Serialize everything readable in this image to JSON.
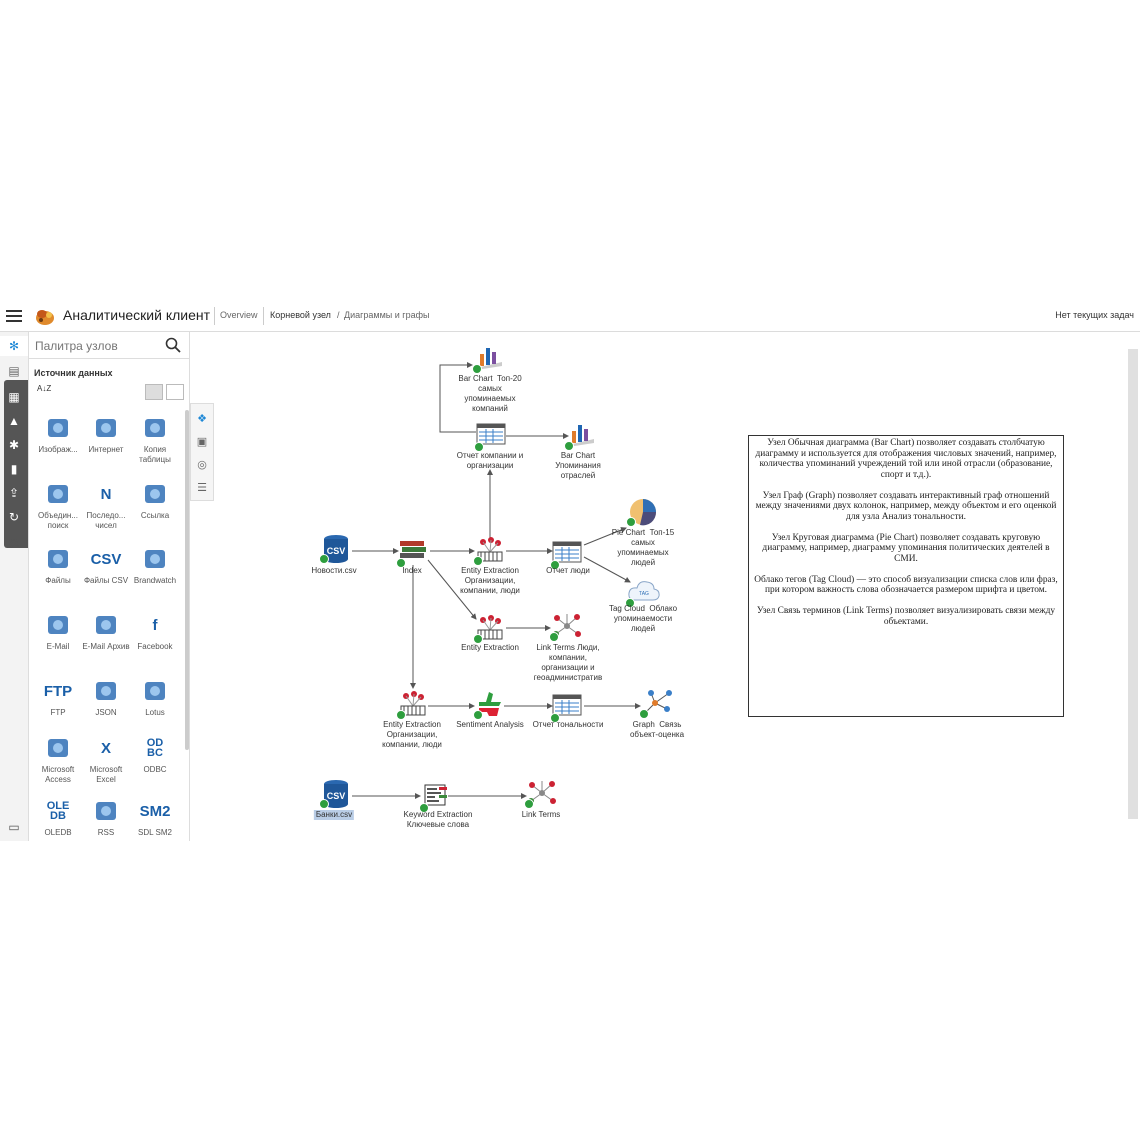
{
  "header": {
    "app_title": "Аналитический клиент",
    "overview": "Overview",
    "breadcrumb_root": "Корневой узел",
    "breadcrumb_sep": "/",
    "breadcrumb_current": "Диаграммы и графы",
    "tasks": "Нет текущих задач"
  },
  "palette": {
    "search_placeholder": "Палитра узлов",
    "section_title": "Источник данных",
    "sort_label": "A↓Z",
    "items": [
      {
        "label": "Изображ...",
        "icon": "image-icon"
      },
      {
        "label": "Интернет",
        "icon": "globe-icon"
      },
      {
        "label": "Копия таблицы",
        "icon": "database-copy-icon"
      },
      {
        "label": "Объедин... поиск",
        "icon": "merge-search-icon"
      },
      {
        "label": "Последо... чисел",
        "icon": "sequence-n-icon",
        "glyph": "N"
      },
      {
        "label": "Ссылка",
        "icon": "link-globe-icon"
      },
      {
        "label": "Файлы",
        "icon": "files-icon"
      },
      {
        "label": "Файлы CSV",
        "icon": "csv-icon",
        "glyph": "CSV"
      },
      {
        "label": "Brandwatch",
        "icon": "brandwatch-icon"
      },
      {
        "label": "E-Mail",
        "icon": "email-hand-icon"
      },
      {
        "label": "E-Mail Архив",
        "icon": "email-archive-icon"
      },
      {
        "label": "Facebook",
        "icon": "facebook-icon",
        "glyph": "f"
      },
      {
        "label": "FTP",
        "icon": "ftp-icon",
        "glyph": "FTP"
      },
      {
        "label": "JSON",
        "icon": "json-icon"
      },
      {
        "label": "Lotus",
        "icon": "lotus-icon"
      },
      {
        "label": "Microsoft Access",
        "icon": "access-key-icon"
      },
      {
        "label": "Microsoft Excel",
        "icon": "excel-icon",
        "glyph": "X"
      },
      {
        "label": "ODBC",
        "icon": "odbc-icon",
        "glyph": "OD BC"
      },
      {
        "label": "OLEDB",
        "icon": "oledb-icon",
        "glyph": "OLE DB"
      },
      {
        "label": "RSS",
        "icon": "rss-icon"
      },
      {
        "label": "SDL SM2",
        "icon": "sm2-icon",
        "glyph": "SM2"
      }
    ]
  },
  "nodes": {
    "bar_top20": "Bar Chart  Топ-20\nсамых\nупоминаемых\nкомпаний",
    "report_companies": "Отчет компании и\nорганизации",
    "bar_sectors": "Bar Chart\nУпоминания\nотраслей",
    "news_csv": "Новости.csv",
    "index": "Index",
    "entity1": "Entity Extraction\nОрганизации,\nкомпании, люди",
    "report_people": "Отчет люди",
    "pie_top15": "Pie Chart  Топ-15\nсамых\nупоминаемых\nлюдей",
    "tag_cloud": "Tag Cloud  Облако\nупоминаемости\nлюдей",
    "entity2": "Entity Extraction",
    "link_terms_people": "Link Terms Люди,\nкомпании,\nорганизации и\nгеоадминистратив",
    "entity3": "Entity Extraction\nОрганизации,\nкомпании, люди",
    "sentiment": "Sentiment Analysis",
    "report_tone": "Отчет тональности",
    "graph": "Graph  Связь\nобъект-оценка",
    "banks_csv": "Банки.csv",
    "keyword": "Keyword Extraction\nКлючевые слова",
    "link_terms": "Link Terms"
  },
  "note": {
    "p1": "Узел Обычная диаграмма (Bar Chart) позволяет создавать столбчатую диаграмму и используется для отображения числовых значений, например, количества упоминаний учреждений той или иной отрасли (образование, спорт и т.д.).",
    "p2": "Узел Граф (Graph) позволяет создавать интерактивный граф отношений между значениями двух колонок, например, между объектом и его оценкой для узла Анализ тональности.",
    "p3": "Узел Круговая диаграмма (Pie Chart) позволяет создавать круговую диаграмму, например, диаграмму упоминания политических деятелей в СМИ.",
    "p4": "Облако тегов  (Tag Cloud) — это способ визуализации списка слов или фраз, при котором важность слова обозначается размером шрифта и цветом.",
    "p5": "Узел Связь терминов (Link Terms) позволяет визуализировать связи между объектами."
  },
  "colors": {
    "accent": "#1e88d6",
    "ok": "#2e9e3e",
    "icon_blue": "#1a5fa8"
  }
}
